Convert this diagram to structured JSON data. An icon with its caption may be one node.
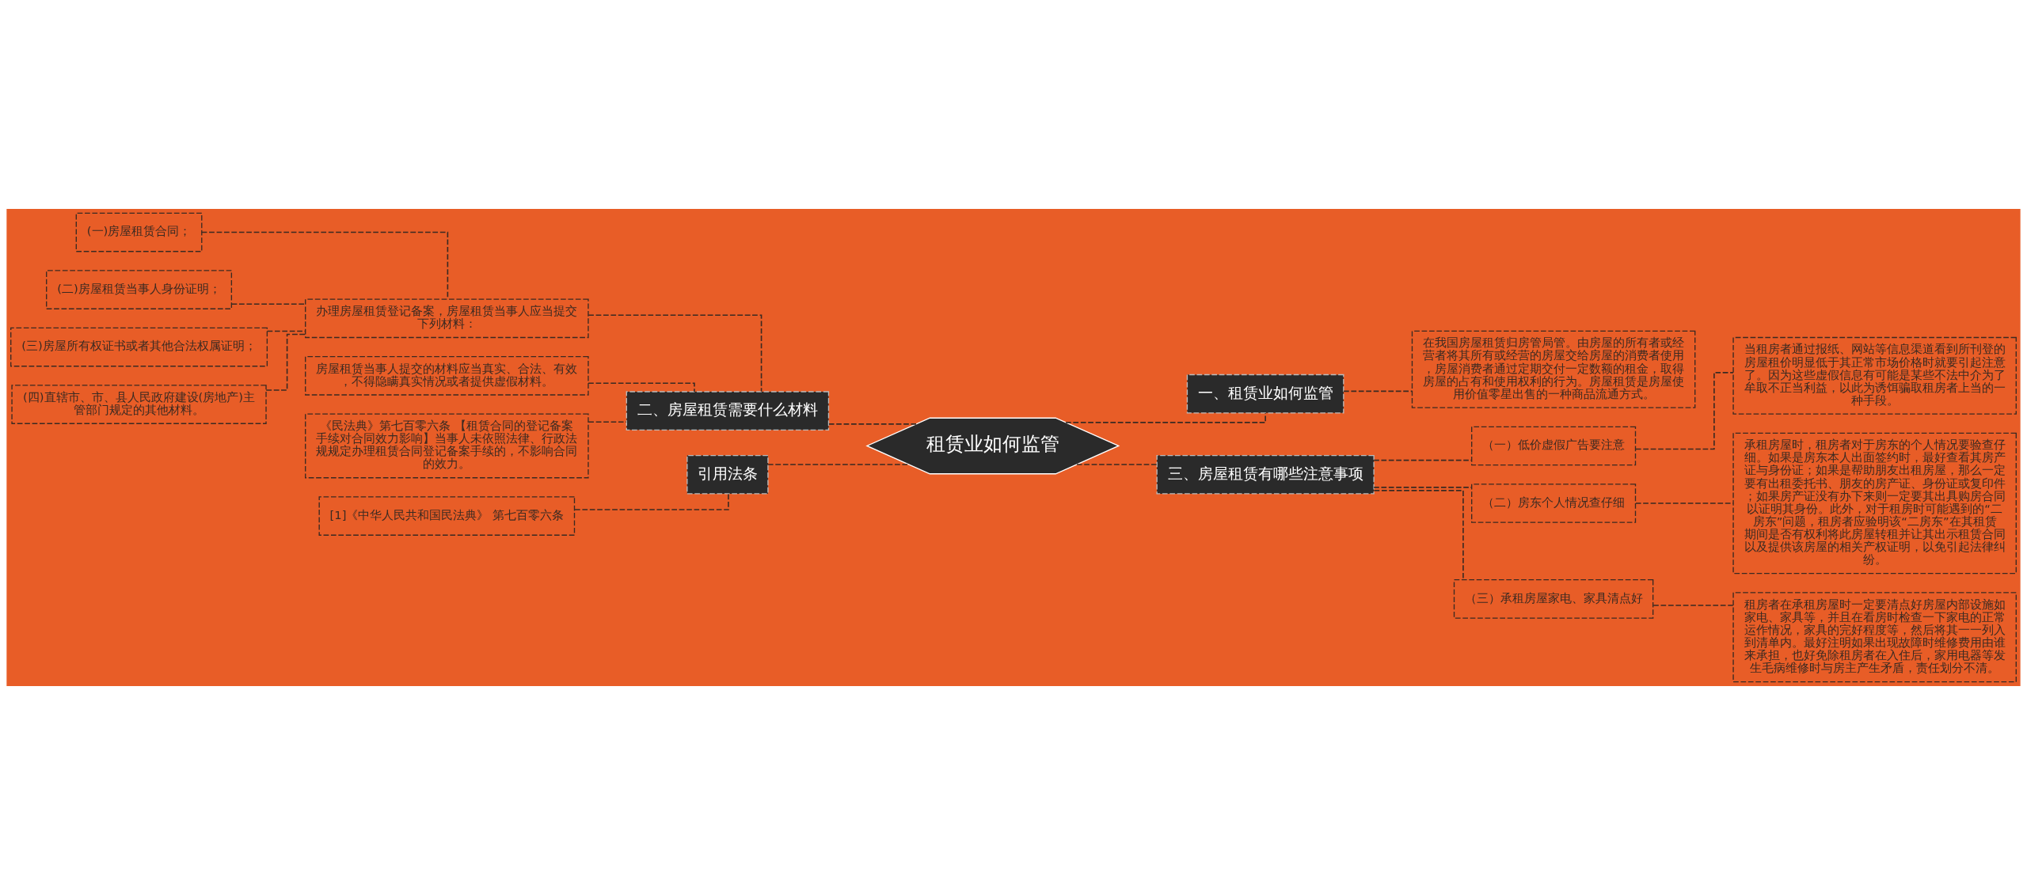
{
  "diagram": {
    "nodes": [
      {
        "text": [
          "租赁业如何监管"
        ]
      },
      {
        "text": [
          "一、租赁业如何监管"
        ]
      },
      {
        "text": [
          "在我国房屋租赁归房管局管。由房屋的所有者或经营者将其所有或经营的房屋交给房屋的消费者使用，房屋消费者通过定期交付一定数额的租金，取得房屋的占有和使用权利的行为。房屋租赁是房屋使用价值零星出售的一种商品流通方式。"
        ]
      },
      {
        "text": [
          "三、房屋租赁有哪些注意事项"
        ]
      },
      {
        "text": [
          "（一）低价虚假广告要注意"
        ]
      },
      {
        "text": [
          "当租房者通过报纸、网站等信息渠道看到所刊登的房屋租价明显低于其正常市场价格时就要引起注意了。因为这些虚假信息有可能是某些不法中介为了牟取不正当利益，以此为诱饵骗取租房者上当的一种手段。"
        ]
      },
      {
        "text": [
          "（二）房东个人情况查仔细"
        ]
      },
      {
        "text": [
          "承租房屋时，租房者对于房东的个人情况要验查仔细。如果是房东本人出面签约时，最好查看其房产证与身份证；如果是帮助朋友出租房屋，那么一定要有出租委托书、朋友的房产证、身份证或复印件；如果房产证没有办下来则一定要其出具购房合同以证明其身份。此外，对于租房时可能遇到的“二房东”问题，租房者应验明该“二房东”在其租赁期间是否有权利将此房屋转租并让其出示租赁合同以及提供该房屋的相关产权证明，以免引起法律纠纷。"
        ]
      },
      {
        "text": [
          "（三）承租房屋家电、家具清点好"
        ]
      },
      {
        "text": [
          "租房者在承租房屋时一定要清点好房屋内部设施如家电、家具等，并且在看房时检查一下家电的正常运作情况，家具的完好程度等，然后将其一一列入到清单内。最好注明如果出现故障时维修费用由谁来承担，也好免除租房者在入住后，家用电器等发生毛病维修时与房主产生矛盾，责任划分不清。"
        ]
      },
      {
        "text": [
          "二、房屋租赁需要什么材料"
        ]
      },
      {
        "text": [
          "办理房屋租赁登记备案，房屋租赁当事人应当提交下列材料："
        ]
      },
      {
        "text": [
          "(一)房屋租赁合同；"
        ]
      },
      {
        "text": [
          "(二)房屋租赁当事人身份证明；"
        ]
      },
      {
        "text": [
          "(三)房屋所有权证书或者其他合法权属证明；"
        ]
      },
      {
        "text": [
          "(四)直辖市、市、县人民政府建设(房地产)主管部门规定的其他材料。"
        ]
      },
      {
        "text": [
          "房屋租赁当事人提交的材料应当真实、合法、有效，不得隐瞒真实情况或者提供虚假材料。"
        ]
      },
      {
        "text": [
          "《民法典》第七百零六条 【租赁合同的登记备案手续对合同效力影响】当事人未依照法律、行政法规规定办理租赁合同登记备案手续的，不影响合同的效力。"
        ]
      },
      {
        "text": [
          "引用法条"
        ]
      },
      {
        "text": [
          "[1]《中华人民共和国民法典》 第七百零六条"
        ]
      }
    ],
    "edges": [
      {
        "from": 0,
        "to": 1,
        "arrow": "none"
      },
      {
        "from": 1,
        "to": 2,
        "arrow": "none"
      },
      {
        "from": 0,
        "to": 3,
        "arrow": "none"
      },
      {
        "from": 3,
        "to": 4,
        "arrow": "none"
      },
      {
        "from": 4,
        "to": 5,
        "arrow": "none"
      },
      {
        "from": 3,
        "to": 6,
        "arrow": "none"
      },
      {
        "from": 6,
        "to": 7,
        "arrow": "none"
      },
      {
        "from": 3,
        "to": 8,
        "arrow": "none"
      },
      {
        "from": 8,
        "to": 9,
        "arrow": "none"
      },
      {
        "from": 0,
        "to": 10,
        "arrow": "none"
      },
      {
        "from": 10,
        "to": 11,
        "arrow": "none"
      },
      {
        "from": 11,
        "to": 12,
        "arrow": "none"
      },
      {
        "from": 11,
        "to": 13,
        "arrow": "none"
      },
      {
        "from": 11,
        "to": 14,
        "arrow": "none"
      },
      {
        "from": 11,
        "to": 15,
        "arrow": "none"
      },
      {
        "from": 10,
        "to": 16,
        "arrow": "none"
      },
      {
        "from": 10,
        "to": 17,
        "arrow": "none"
      },
      {
        "from": 0,
        "to": 18,
        "arrow": "none"
      },
      {
        "from": 18,
        "to": 19,
        "arrow": "none"
      }
    ]
  }
}
